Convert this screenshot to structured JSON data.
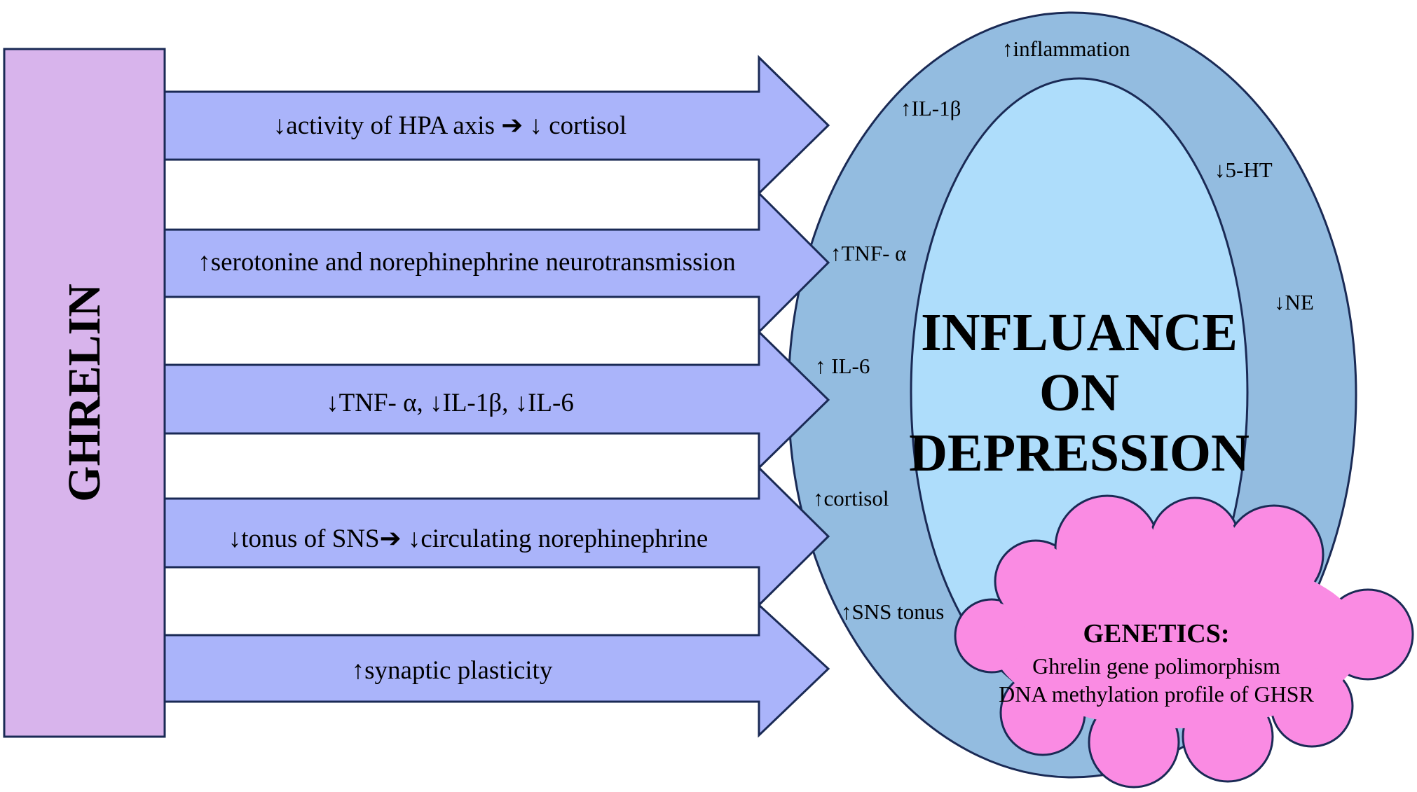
{
  "ghrelin_label": "GHRELIN",
  "arrows": [
    {
      "label": "↓activity of HPA axis ➔ ↓ cortisol"
    },
    {
      "label": "↑serotonine and norephinephrine neurotransmission"
    },
    {
      "label": "↓TNF- α, ↓IL-1β, ↓IL-6"
    },
    {
      "label": "↓tonus of SNS➔ ↓circulating norephinephrine"
    },
    {
      "label": "↑synaptic plasticity"
    }
  ],
  "ring_labels": {
    "inflammation": "↑inflammation",
    "il1b": "↑IL-1β",
    "ht5": "↓5-HT",
    "tnf": "↑TNF- α",
    "ne": "↓NE",
    "il6": "↑ IL-6",
    "cortisol": "↑cortisol",
    "sns": "↑SNS tonus"
  },
  "center": {
    "line1": "INFLUANCE",
    "line2": "ON",
    "line3": "DEPRESSION"
  },
  "genetics": {
    "title": "GENETICS:",
    "line1": "Ghrelin gene polimorphism",
    "line2": "DNA methylation profile of GHSR"
  },
  "colors": {
    "ghrelin_box": "#D8B4EC",
    "arrow_fill": "#AAB4FA",
    "outer_ellipse": "#93BCE0",
    "inner_ellipse": "#AEDDFB",
    "cloud": "#FA8BE3",
    "outline": "#1A2A55"
  }
}
